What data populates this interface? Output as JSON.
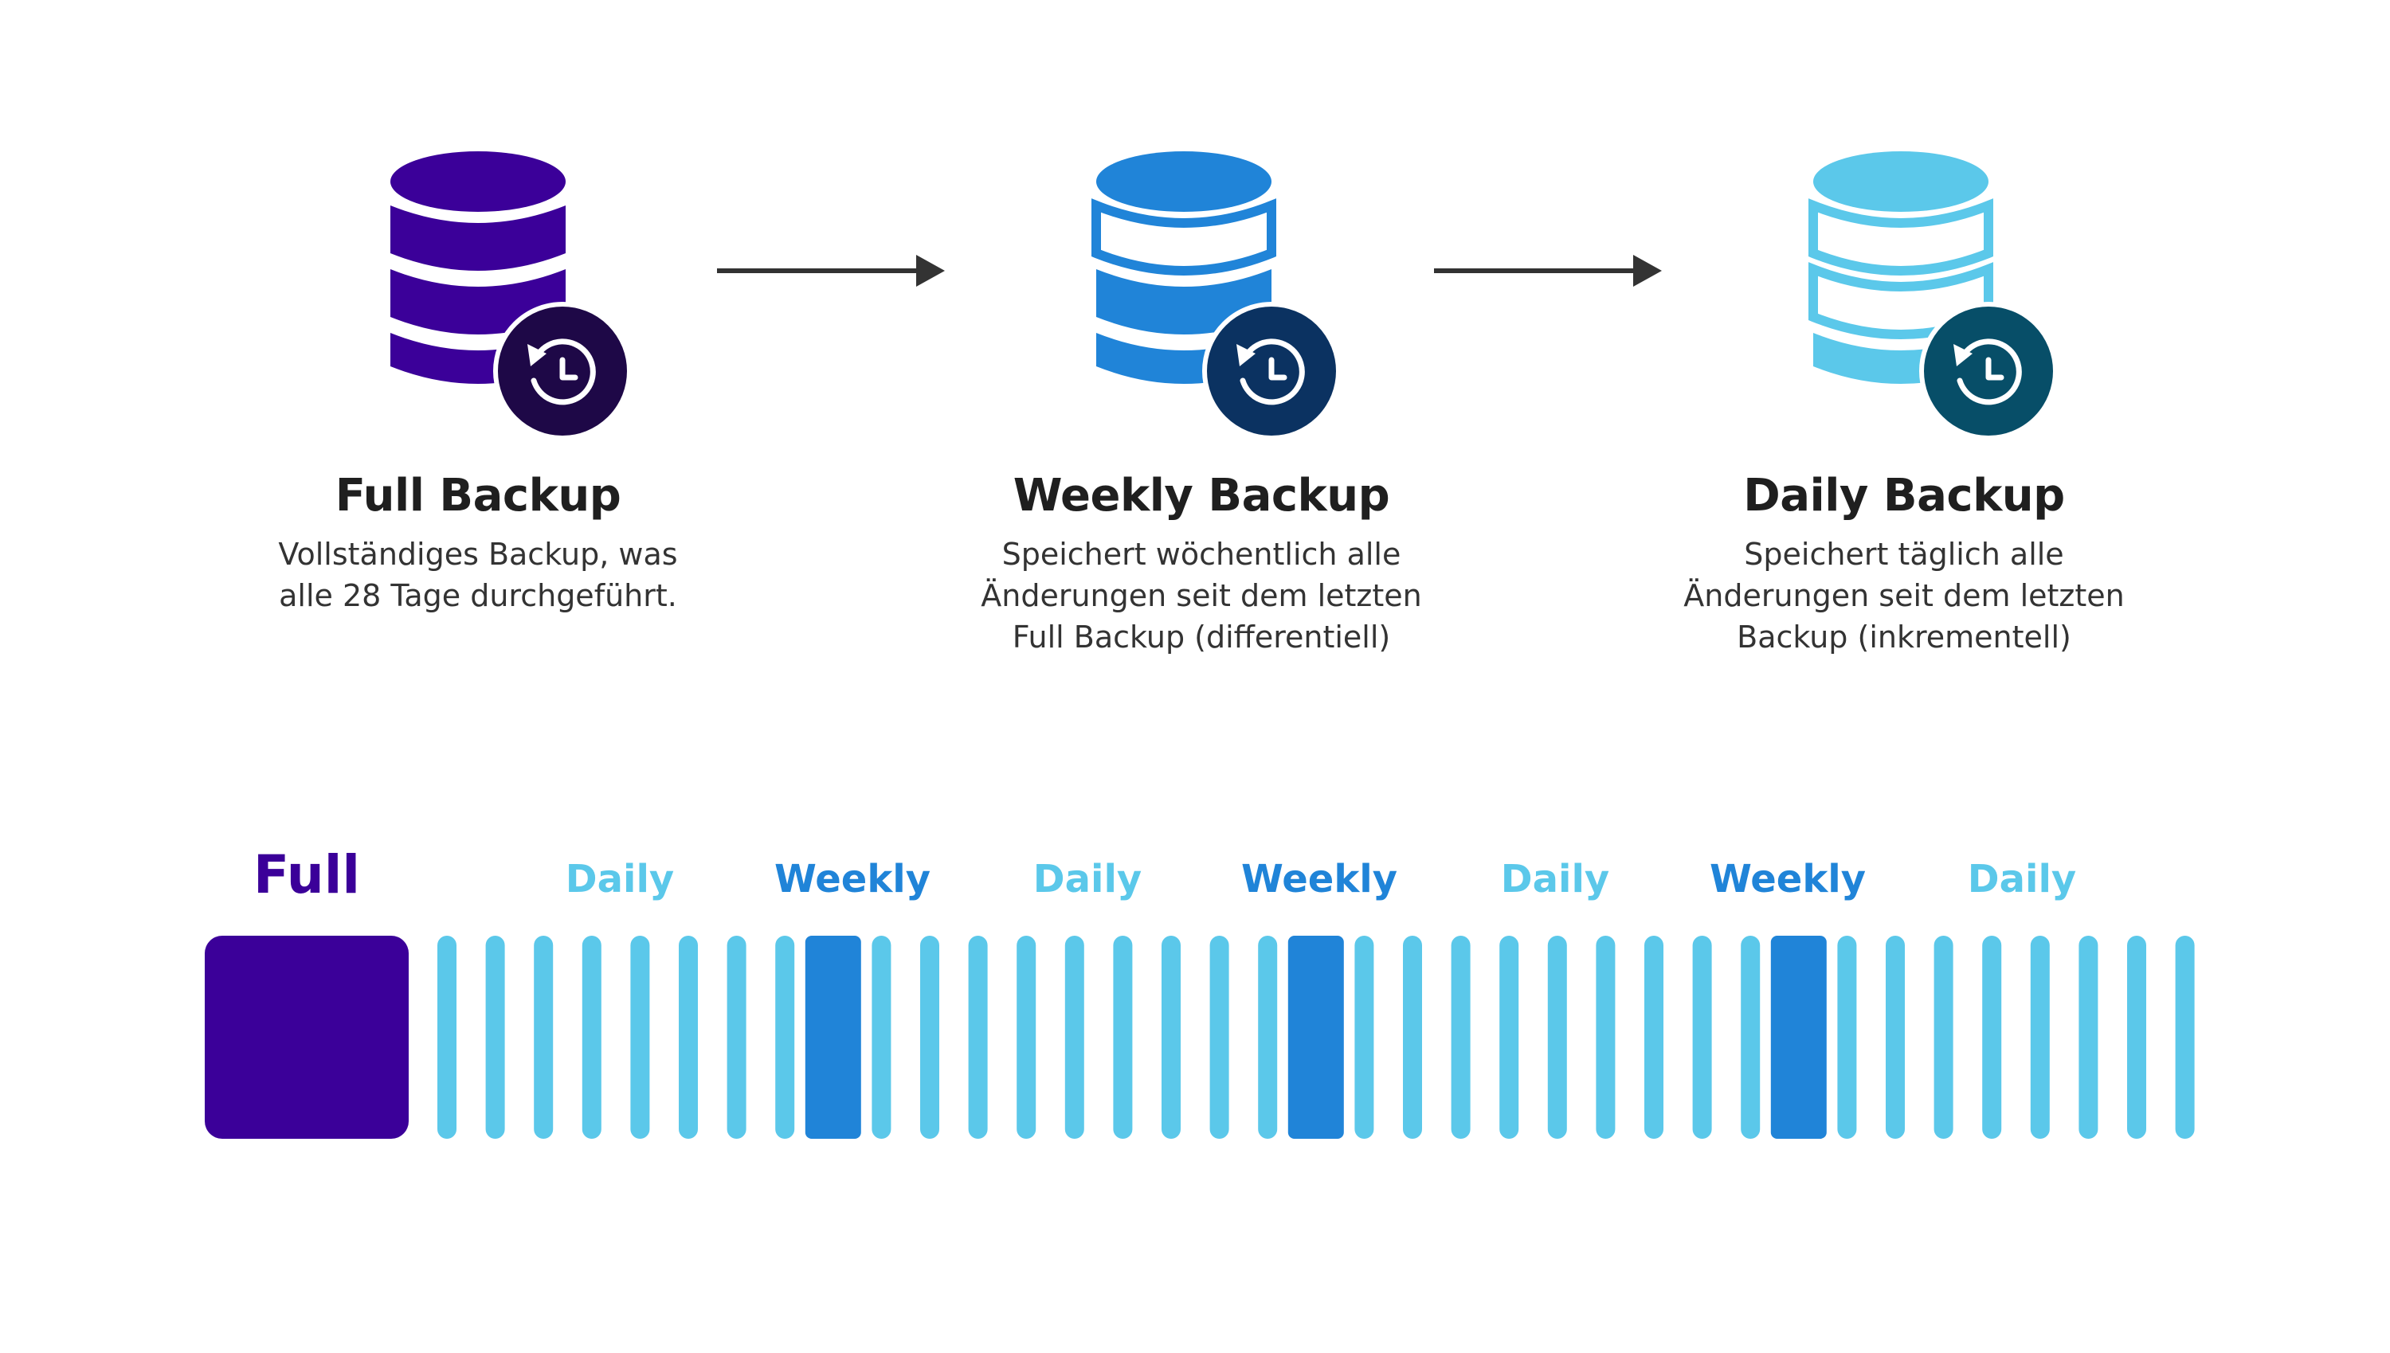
{
  "colors": {
    "full": "#3b0099",
    "weekly": "#2084d8",
    "daily": "#5bc8ea",
    "arrow": "#333333",
    "full_badge": "#1e0847",
    "weekly_badge": "#0b3261",
    "daily_badge": "#074e68"
  },
  "steps": [
    {
      "title": "Full Backup",
      "description": "Vollständiges Backup, was\nalle 28 Tage durchgeführt.",
      "icon": "database-restore-icon",
      "style": "solid"
    },
    {
      "title": "Weekly Backup",
      "description": "Speichert wöchentlich alle\nÄnderungen seit dem letzten\nFull Backup (differentiell)",
      "icon": "database-restore-icon",
      "style": "partial"
    },
    {
      "title": "Daily Backup",
      "description": "Speichert täglich alle\nÄnderungen seit dem letzten\nBackup (inkrementell)",
      "icon": "database-restore-icon",
      "style": "outline"
    }
  ],
  "flow_arrows": [
    "arrow-right-icon",
    "arrow-right-icon"
  ],
  "timeline": {
    "labels": {
      "full": "Full",
      "weekly": "Weekly",
      "daily": "Daily"
    },
    "sequence": [
      "full",
      "daily",
      "daily",
      "daily",
      "daily",
      "daily",
      "daily",
      "daily",
      "daily",
      "weekly",
      "daily",
      "daily",
      "daily",
      "daily",
      "daily",
      "daily",
      "daily",
      "daily",
      "daily",
      "weekly",
      "daily",
      "daily",
      "daily",
      "daily",
      "daily",
      "daily",
      "daily",
      "daily",
      "daily",
      "weekly",
      "daily",
      "daily",
      "daily",
      "daily",
      "daily",
      "daily",
      "daily",
      "daily"
    ],
    "label_sequence": [
      "full",
      "daily",
      "weekly",
      "daily",
      "weekly",
      "daily",
      "weekly",
      "daily"
    ]
  }
}
